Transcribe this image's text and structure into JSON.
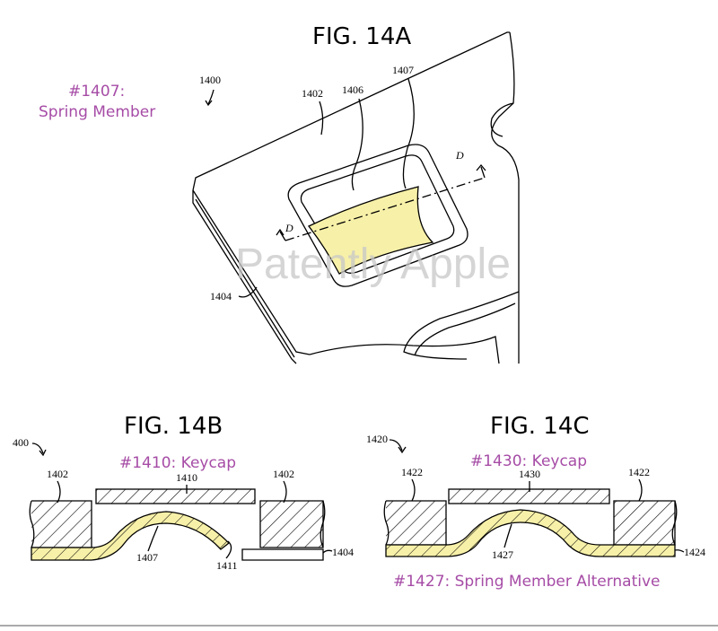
{
  "figures": {
    "fig14a": {
      "title": "FIG. 14A",
      "callout_number": "#1407:",
      "callout_text": "Spring Member",
      "refs": {
        "assembly": "1400",
        "frame": "1402",
        "edge": "1404",
        "opening": "1406",
        "spring": "1407",
        "section_d": "D"
      }
    },
    "fig14b": {
      "title": "FIG. 14B",
      "callout": "#1410: Keycap",
      "refs": {
        "assembly": "400",
        "frame_left": "1402",
        "keycap": "1410",
        "frame_right": "1402",
        "base": "1404",
        "spring": "1407",
        "tip": "1411"
      }
    },
    "fig14c": {
      "title": "FIG. 14C",
      "callout": "#1430: Keycap",
      "bottom_callout": "#1427: Spring Member Alternative",
      "refs": {
        "assembly": "1420",
        "frame_left": "1422",
        "keycap": "1430",
        "frame_right": "1422",
        "spring": "1427",
        "base": "1424"
      }
    }
  },
  "watermark": "Patently Apple",
  "colors": {
    "callout": "#a64ca6",
    "spring_fill": "#f7f0a8",
    "line": "#000000",
    "watermark": "#c8c8c8"
  }
}
